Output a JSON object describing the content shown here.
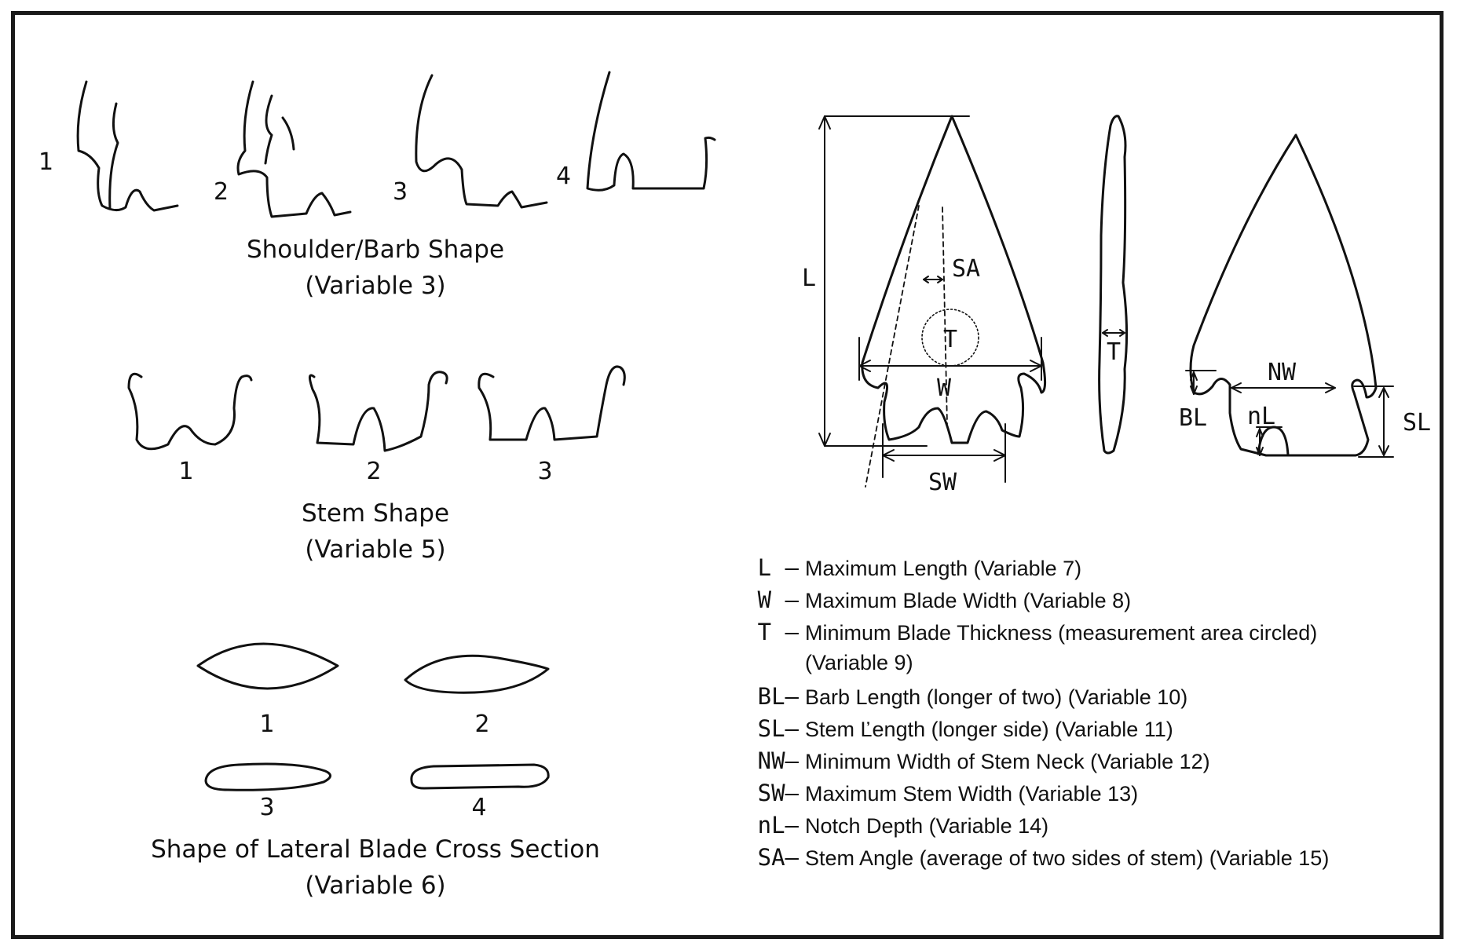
{
  "shoulder": {
    "numbers": [
      "1",
      "2",
      "3",
      "4"
    ],
    "caption": "Shoulder/Barb Shape",
    "variable": "(Variable 3)"
  },
  "stem": {
    "numbers": [
      "1",
      "2",
      "3"
    ],
    "caption": "Stem Shape",
    "variable": "(Variable 5)"
  },
  "cross_section": {
    "numbers": [
      "1",
      "2",
      "3",
      "4"
    ],
    "caption": "Shape of Lateral Blade Cross Section",
    "variable": "(Variable 6)"
  },
  "point_labels": {
    "L": "L",
    "SA": "SA",
    "T": "T",
    "W": "W",
    "SW": "SW",
    "T_side": "T",
    "NW": "NW",
    "BL": "BL",
    "nL": "nL",
    "SL": "SL"
  },
  "legend": [
    {
      "code": "L –",
      "desc": "Maximum Length (Variable 7)"
    },
    {
      "code": "W –",
      "desc": "Maximum Blade Width (Variable 8)"
    },
    {
      "code": "T –",
      "desc": "Minimum Blade Thickness (measurement area circled)"
    },
    {
      "code": "",
      "desc": "(Variable 9)"
    },
    {
      "code": "BL–",
      "desc": "Barb Length (longer of two) (Variable 10)"
    },
    {
      "code": "SL–",
      "desc": "Stem Ľength (longer side) (Variable 11)"
    },
    {
      "code": "NW–",
      "desc": "Minimum Width of Stem Neck (Variable 12)"
    },
    {
      "code": "SW–",
      "desc": "Maximum Stem Width (Variable 13)"
    },
    {
      "code": "nL–",
      "desc": "Notch Depth (Variable 14)"
    },
    {
      "code": "SA–",
      "desc": "Stem Angle (average of two sides of stem) (Variable 15)"
    }
  ]
}
